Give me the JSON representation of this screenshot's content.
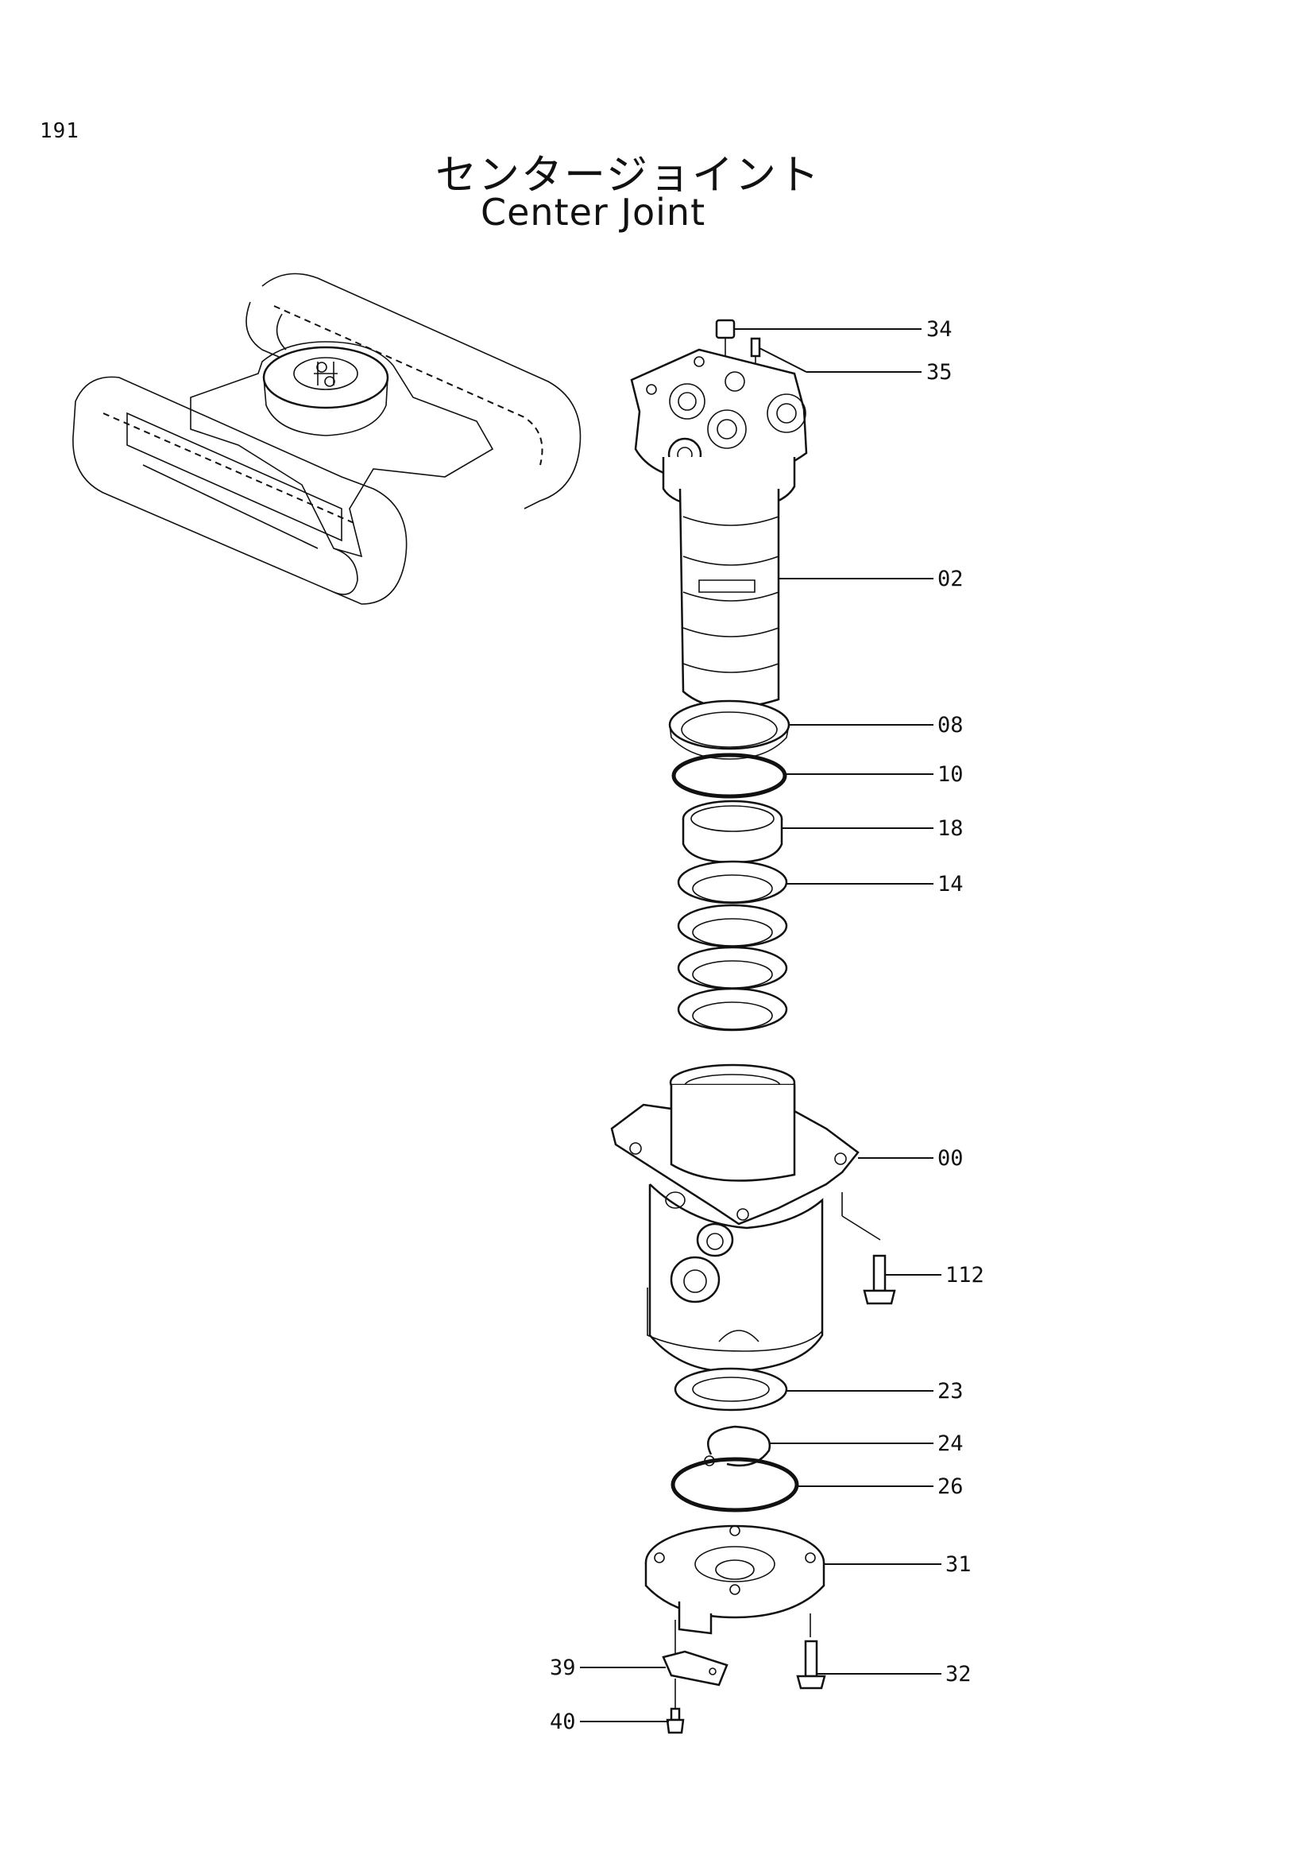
{
  "page": {
    "number": "191"
  },
  "title": {
    "japanese": "センタージョイント",
    "english": "Center Joint"
  },
  "callouts": [
    {
      "id": "34",
      "label": "34"
    },
    {
      "id": "35",
      "label": "35"
    },
    {
      "id": "02",
      "label": "02"
    },
    {
      "id": "08",
      "label": "08"
    },
    {
      "id": "10",
      "label": "10"
    },
    {
      "id": "18",
      "label": "18"
    },
    {
      "id": "14",
      "label": "14"
    },
    {
      "id": "00",
      "label": "00"
    },
    {
      "id": "112",
      "label": "112"
    },
    {
      "id": "23",
      "label": "23"
    },
    {
      "id": "24",
      "label": "24"
    },
    {
      "id": "26",
      "label": "26"
    },
    {
      "id": "31",
      "label": "31"
    },
    {
      "id": "32",
      "label": "32"
    },
    {
      "id": "39",
      "label": "39"
    },
    {
      "id": "40",
      "label": "40"
    }
  ]
}
